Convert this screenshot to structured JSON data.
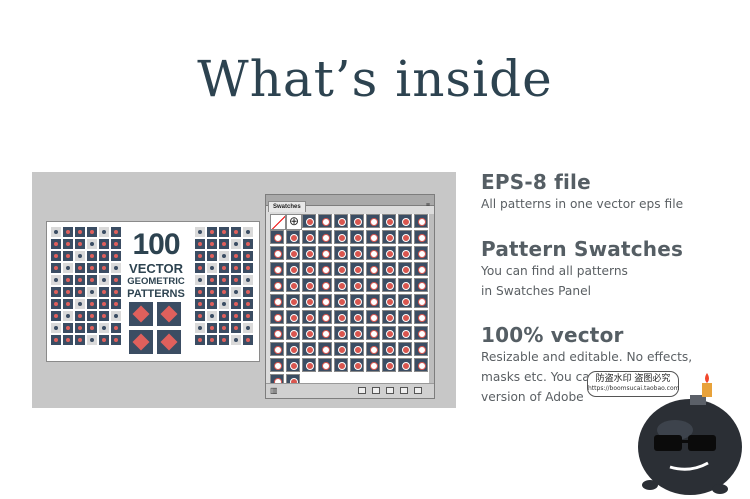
{
  "page": {
    "title": "What’s inside"
  },
  "artwork": {
    "number": "100",
    "line1": "VECTOR",
    "line2": "GEOMETRIC",
    "line3": "PATTERNS"
  },
  "swatches_panel": {
    "tab_label": "Swatches",
    "menu_icon": "panel-menu-icon"
  },
  "features": [
    {
      "heading": "EPS-8  file",
      "description": "All patterns in one vector eps file"
    },
    {
      "heading": "Pattern Swatches",
      "description": "You can find all patterns\nin Swatches Panel"
    },
    {
      "heading": "100% vector",
      "description": "Resizable and editable. No effects,\nmasks etc. You ca\nversion of Adobe"
    }
  ],
  "watermark": {
    "line1": "防盗水印 盗图必究",
    "line2": "https://boomsucai.taobao.com"
  },
  "colors": {
    "title": "#2d4350",
    "pattern_dark": "#3b4d63",
    "pattern_accent": "#e0605c",
    "panel_bg": "#c7c7c7"
  }
}
